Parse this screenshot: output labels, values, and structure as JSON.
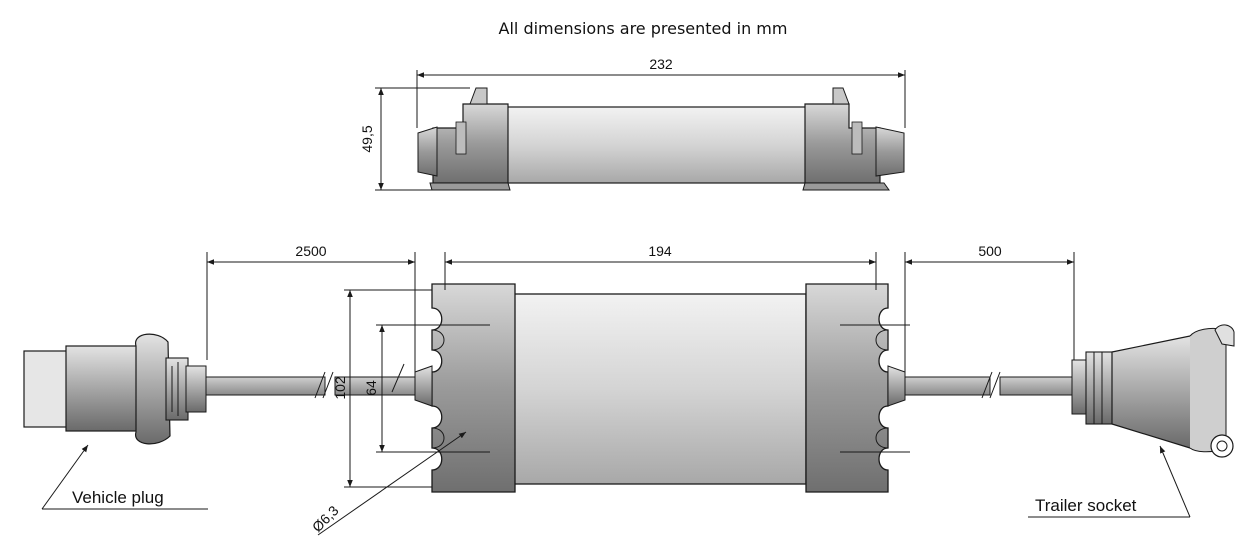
{
  "title": "All dimensions are presented in mm",
  "dimensions": {
    "top_width": "232",
    "top_height": "49,5",
    "cable_vehicle": "2500",
    "body_length": "194",
    "cable_trailer": "500",
    "body_width": "102",
    "hole_spacing": "64",
    "hole_diameter": "Ø6,3"
  },
  "callouts": {
    "vehicle_plug": "Vehicle plug",
    "trailer_socket": "Trailer socket"
  }
}
